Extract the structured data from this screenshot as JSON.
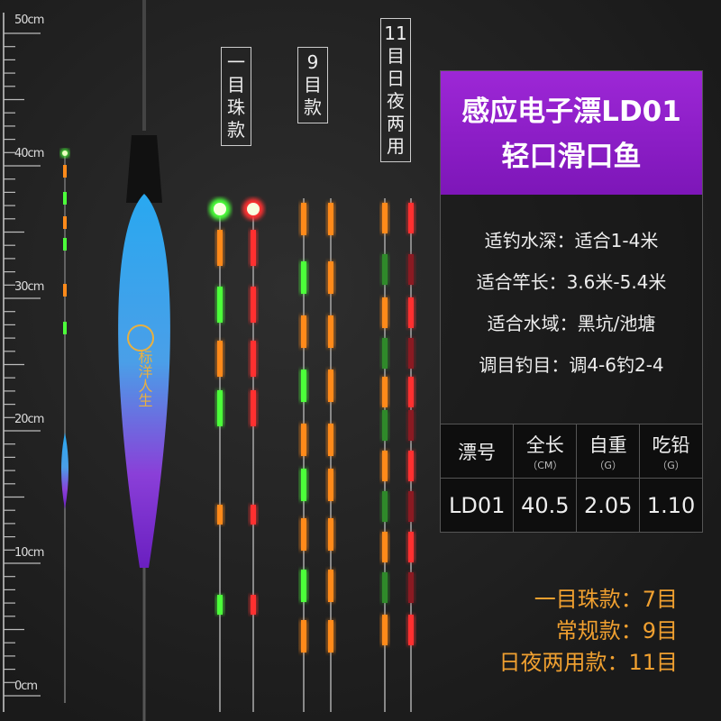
{
  "ruler": {
    "labels": [
      "50cm",
      "40cm",
      "30cm",
      "20cm",
      "10cm",
      "0cm"
    ]
  },
  "variants": [
    {
      "label": [
        "一",
        "目",
        "珠",
        "款"
      ]
    },
    {
      "label": [
        "9",
        "目",
        "款"
      ]
    },
    {
      "label": [
        "11",
        "目",
        "日",
        "夜",
        "两",
        "用"
      ]
    }
  ],
  "product_logo_text": "标洋人生",
  "header": {
    "line1": "感应电子漂LD01",
    "line2": "轻口滑口鱼"
  },
  "specs": [
    "适钓水深：适合1-4米",
    "适合竿长：3.6米-5.4米",
    "适合水域：黑坑/池塘",
    "调目钓目：调4-6钓2-4"
  ],
  "table": {
    "headers": [
      {
        "name": "漂号",
        "unit": ""
      },
      {
        "name": "全长",
        "unit": "（CM）"
      },
      {
        "name": "自重",
        "unit": "（G）"
      },
      {
        "name": "吃铅",
        "unit": "（G）"
      }
    ],
    "row": [
      "LD01",
      "40.5",
      "2.05",
      "1.10"
    ]
  },
  "summary": [
    "一目珠款：7目",
    "常规款：9目",
    "日夜两用款：11目"
  ],
  "colors": {
    "purple": "#8a1fc6",
    "orange": "#f0a030",
    "green": "#4cff3a",
    "red": "#ff3030",
    "amber": "#ff8a1a"
  }
}
